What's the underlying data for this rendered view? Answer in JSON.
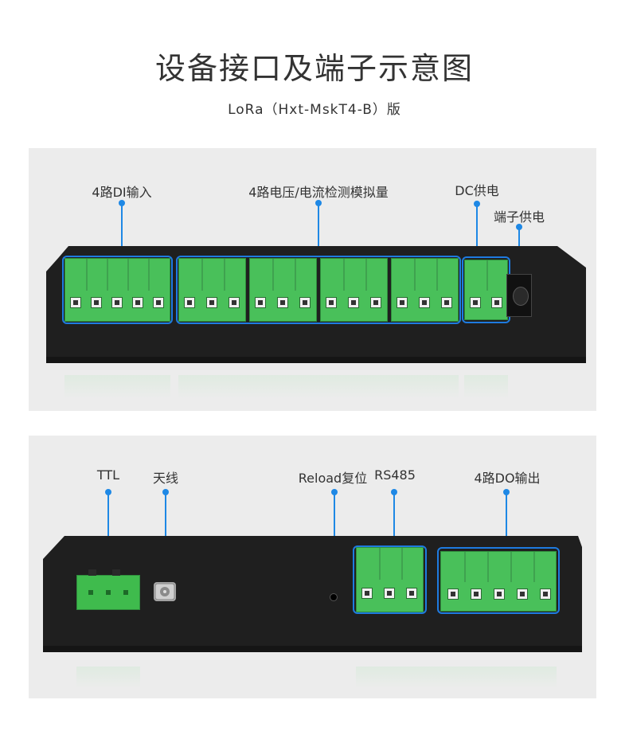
{
  "header": {
    "title": "设备接口及端子示意图",
    "subtitle": "LoRa（Hxt-MskT4-B）版"
  },
  "front_panel": {
    "labels": {
      "di": "4路DI输入",
      "analog": "4路电压/电流检测模拟量",
      "dc": "DC供电",
      "terminal_power": "端子供电"
    }
  },
  "back_panel": {
    "labels": {
      "ttl": "TTL",
      "antenna": "天线",
      "reload": "Reload复位",
      "rs485": "RS485",
      "do": "4路DO输出"
    }
  },
  "colors": {
    "accent": "#1e7be0",
    "terminal_green": "#49c05a",
    "device_body": "#1f1f1f",
    "panel_bg": "#ececec"
  }
}
